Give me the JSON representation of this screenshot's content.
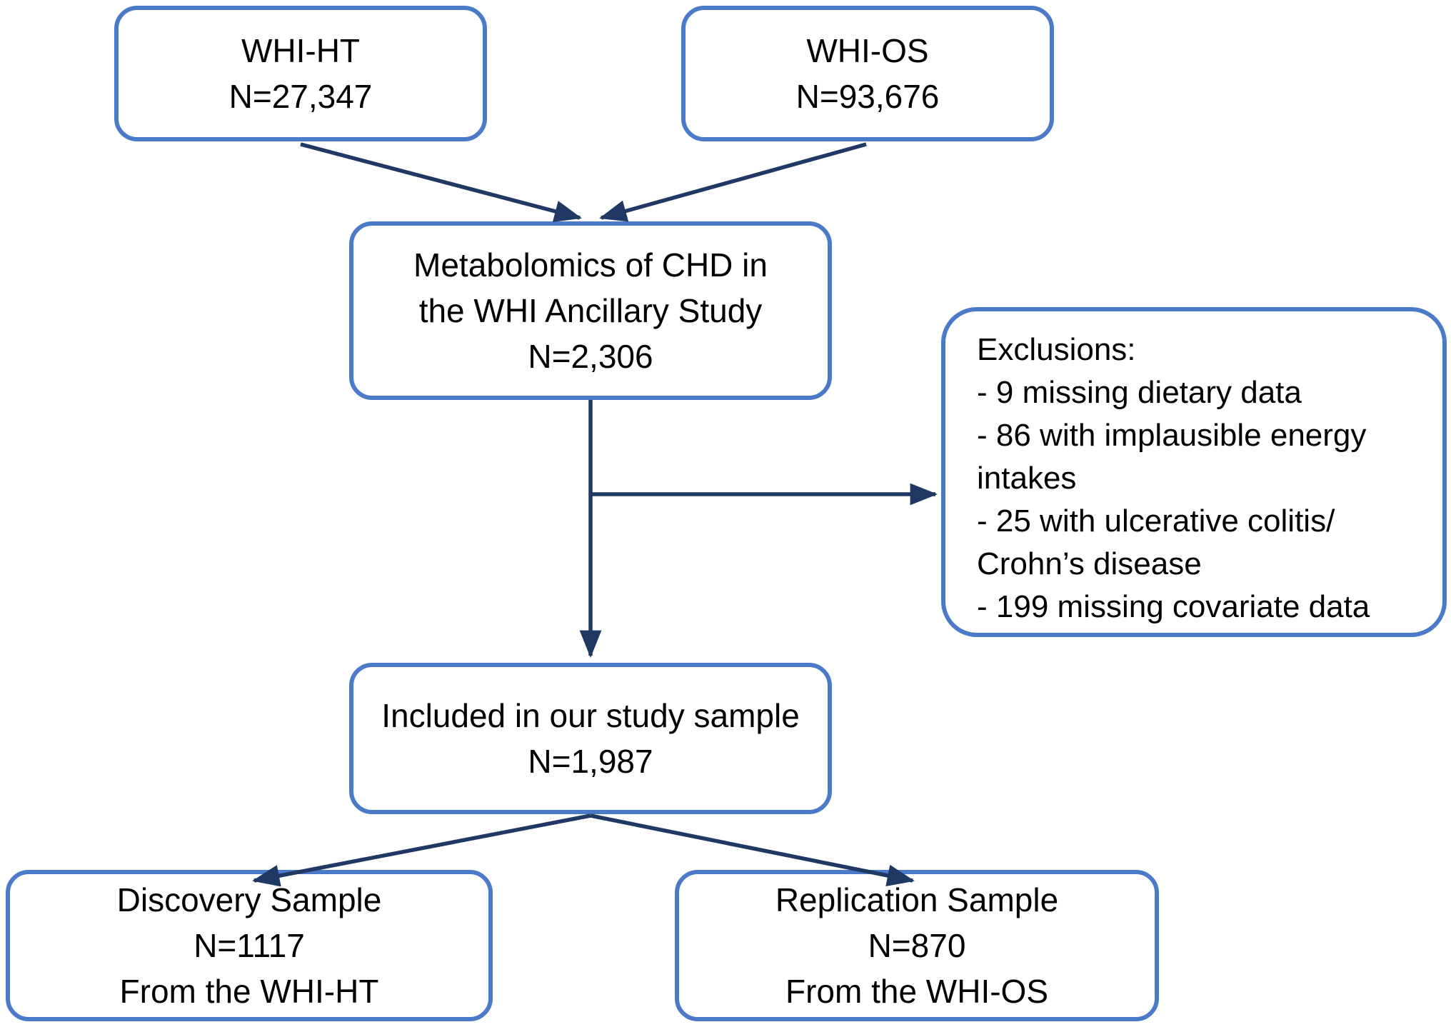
{
  "diagram": {
    "type": "study-flowchart",
    "colors": {
      "box_border": "#4b7bc8",
      "arrow": "#1f3864",
      "text": "#000000",
      "background": "#ffffff"
    },
    "nodes": {
      "whi_ht": {
        "line1": "WHI-HT",
        "line2": "N=27,347"
      },
      "whi_os": {
        "line1": "WHI-OS",
        "line2": "N=93,676"
      },
      "metabolomics": {
        "line1": "Metabolomics of CHD in",
        "line2": "the WHI Ancillary Study",
        "line3": "N=2,306"
      },
      "exclusions": {
        "line1": "Exclusions:",
        "line2": "- 9 missing dietary data",
        "line3": "- 86 with implausible energy",
        "line4": "intakes",
        "line5": "- 25 with ulcerative colitis/",
        "line6": "Crohn’s disease",
        "line7": "- 199 missing covariate data"
      },
      "included": {
        "line1": "Included in our study sample",
        "line2": "N=1,987"
      },
      "discovery": {
        "line1": "Discovery Sample",
        "line2": "N=1117",
        "line3": "From the WHI-HT"
      },
      "replication": {
        "line1": "Replication Sample",
        "line2": "N=870",
        "line3": "From the WHI-OS"
      }
    }
  }
}
